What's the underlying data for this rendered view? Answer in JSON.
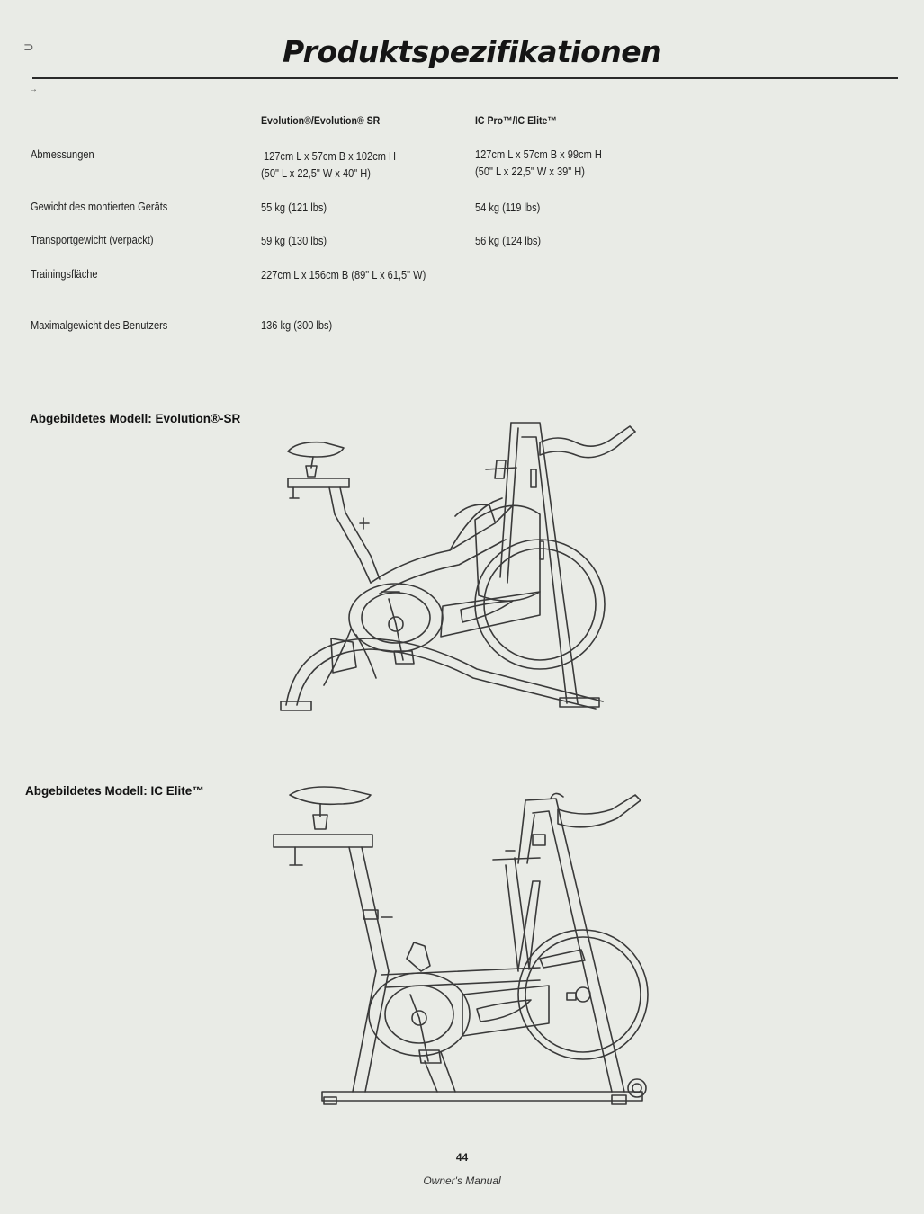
{
  "title": "Produktspezifikationen",
  "columns": {
    "col1": "Evolution®/Evolution® SR",
    "col2": "IC Pro™/IC Elite™"
  },
  "rows": [
    {
      "label": "Abmessungen",
      "col1": [
        "127cm L x 57cm B x 102cm H",
        "(50\" L x 22,5\" W x 40\" H)"
      ],
      "col2": [
        "127cm L x 57cm B x 99cm H",
        "(50\" L x 22,5\" W x 39\" H)"
      ]
    },
    {
      "label": "Gewicht des montierten Geräts",
      "col1": [
        "55 kg (121 lbs)"
      ],
      "col2": [
        "54 kg (119 lbs)"
      ]
    },
    {
      "label": "Transportgewicht (verpackt)",
      "col1": [
        "59 kg (130 lbs)"
      ],
      "col2": [
        "56 kg (124 lbs)"
      ]
    },
    {
      "label": "Trainingsfläche",
      "col1": [
        "227cm L x 156cm B (89\" L x 61,5\" W)"
      ],
      "col2": []
    },
    {
      "label": "Maximalgewicht des Benutzers",
      "col1": [
        "136 kg (300 lbs)"
      ],
      "col2": []
    }
  ],
  "figures": [
    {
      "caption": "Abgebildetes Modell: Evolution®-SR"
    },
    {
      "caption": "Abgebildetes Modell: IC Elite™"
    }
  ],
  "page_number": "44",
  "footer": "Owner's Manual"
}
